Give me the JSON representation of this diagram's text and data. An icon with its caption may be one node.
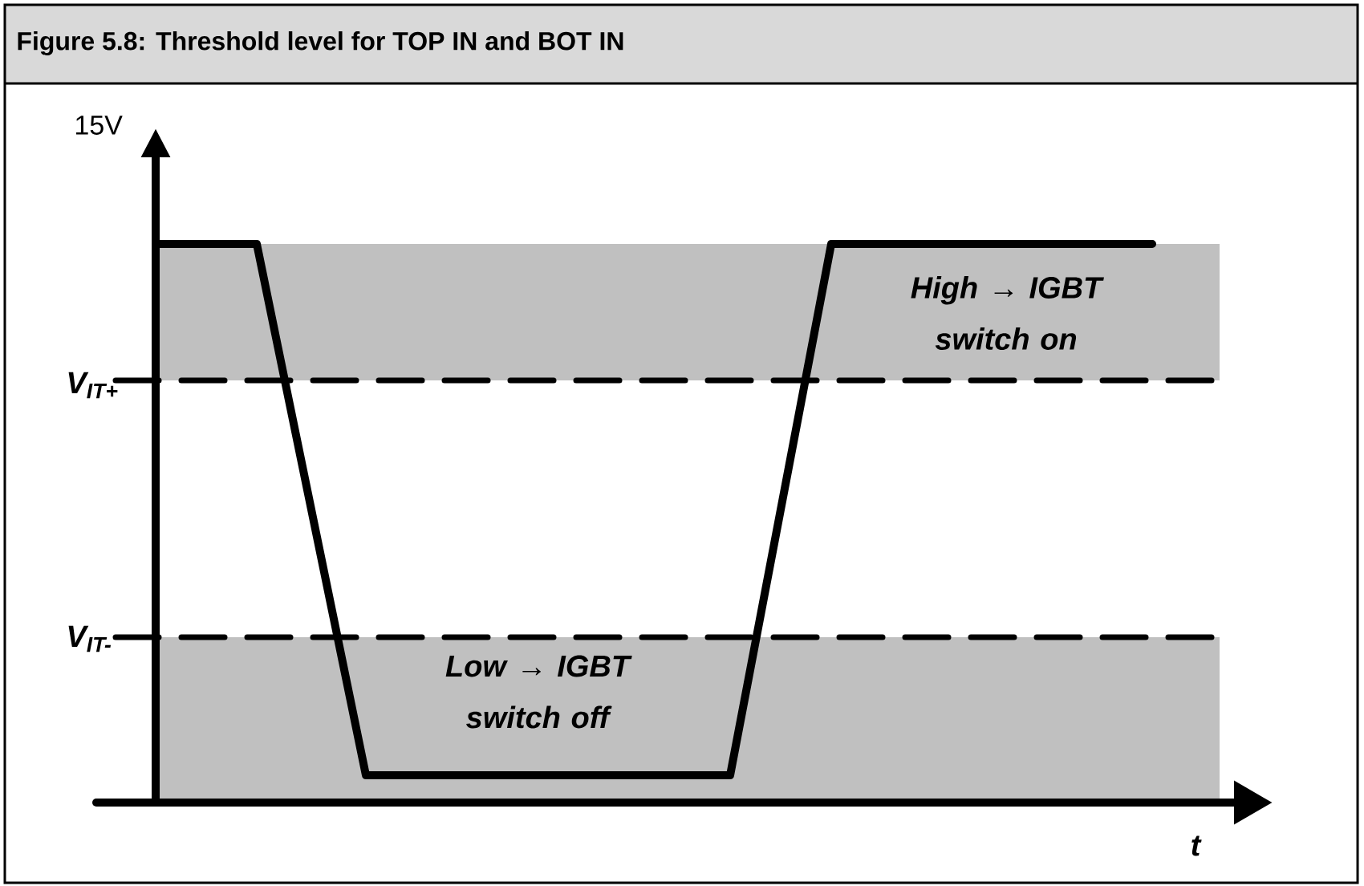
{
  "diagram": {
    "title": "Figure 5.8: Threshold level for TOP IN and BOT IN",
    "labels": [
      "15V",
      "V$_{IT+}$",
      "High → IGBT switch on",
      "V$_{IT-}$",
      "Low → IGBT switch off",
      "t"
    ]
  }
}
